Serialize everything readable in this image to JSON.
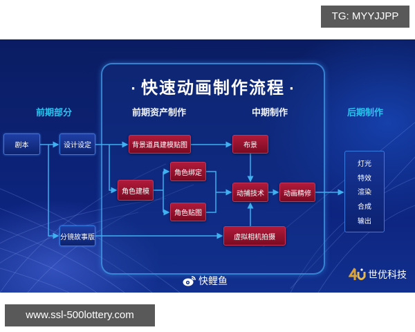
{
  "overlay": {
    "top_tag": "TG: MYYJJPP",
    "bottom_tag": "www.ssl-500lottery.com"
  },
  "diagram": {
    "title": "快速动画制作流程",
    "title_dot": "·",
    "sections": {
      "pre": "前期部分",
      "pre_assets": "前期资产制作",
      "mid": "中期制作",
      "post": "后期制作"
    },
    "nodes": {
      "script": "剧本",
      "design": "设计设定",
      "storyboard": "分镜故事版",
      "bg_props": "背景道具建模贴图",
      "char_model": "角色建模",
      "char_rig": "角色绑定",
      "char_tex": "角色贴图",
      "layout": "布景",
      "mocap": "动捕技术",
      "anim_polish": "动画精修",
      "virtual_cam": "虚拟相机拍摄"
    },
    "post_items": [
      "灯光",
      "特效",
      "渲染",
      "合成",
      "输出"
    ],
    "edges": [
      [
        "剧本",
        "设计设定"
      ],
      [
        "剧本",
        "分镜故事版"
      ],
      [
        "设计设定",
        "背景道具建模贴图"
      ],
      [
        "设计设定",
        "角色建模"
      ],
      [
        "角色建模",
        "角色绑定"
      ],
      [
        "角色建模",
        "角色贴图"
      ],
      [
        "背景道具建模贴图",
        "布景"
      ],
      [
        "布景",
        "动捕技术"
      ],
      [
        "角色绑定",
        "动捕技术"
      ],
      [
        "角色贴图",
        "动捕技术"
      ],
      [
        "虚拟相机拍摄",
        "动捕技术"
      ],
      [
        "分镜故事版",
        "虚拟相机拍摄"
      ],
      [
        "动捕技术",
        "动画精修"
      ],
      [
        "动画精修",
        "后期制作"
      ]
    ],
    "colors": {
      "background": "#0c2172",
      "accent_cyan": "#2bc3f0",
      "node_blue": "#1f3fa6",
      "node_red": "#9a1230",
      "connector": "#3fb0f0"
    }
  },
  "watermarks": {
    "weibo": "快鲤鱼",
    "company": "世优科技"
  }
}
